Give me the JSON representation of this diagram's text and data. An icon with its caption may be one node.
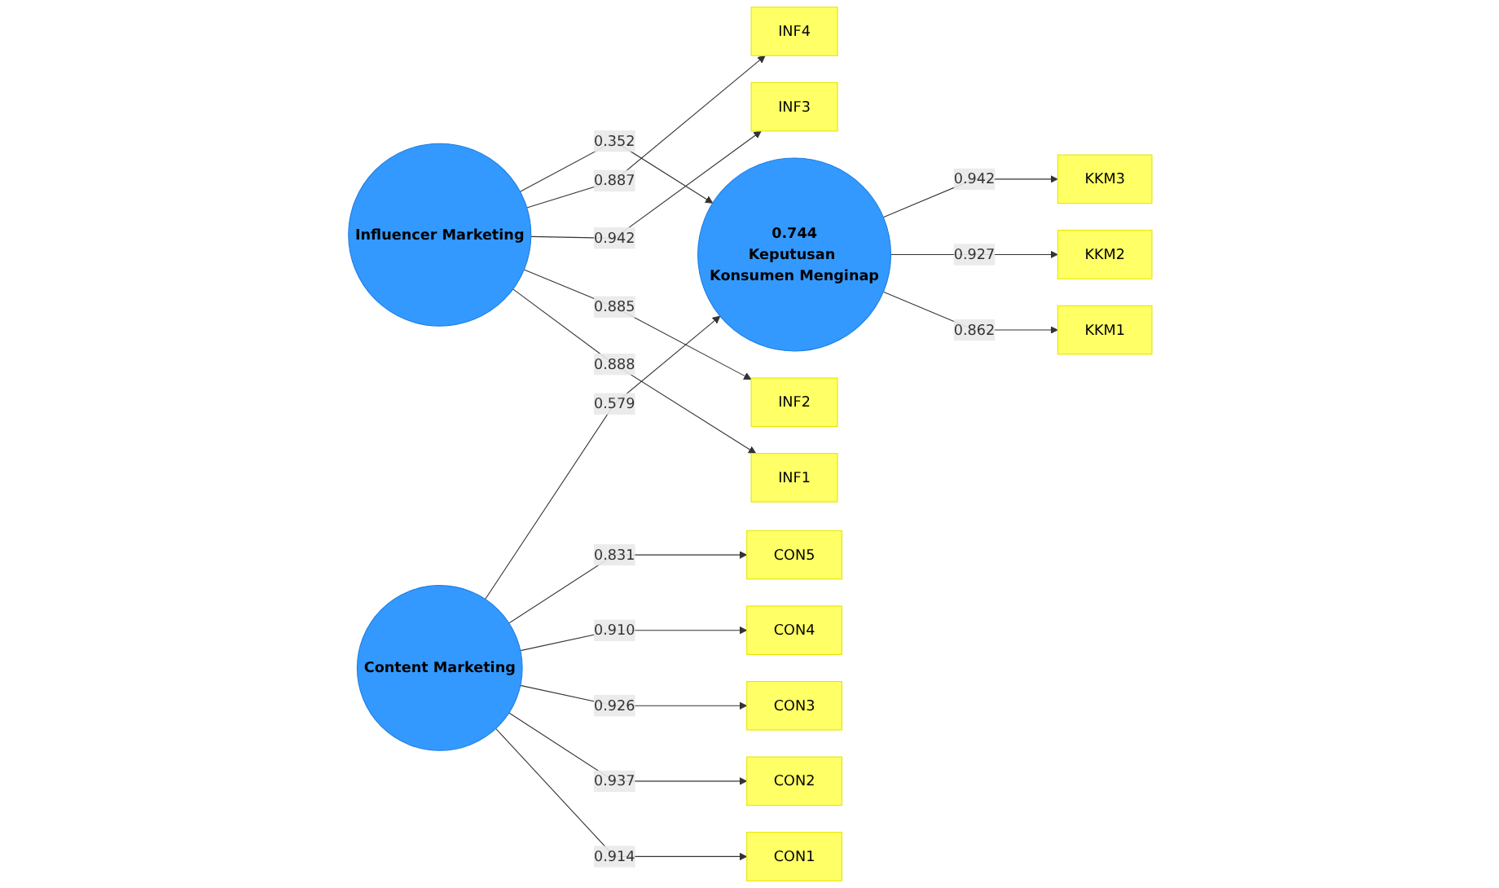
{
  "diagram": {
    "nodes": [
      {
        "text": [
          "INF1"
        ]
      },
      {
        "text": [
          "INF2"
        ]
      },
      {
        "text": [
          "INF3"
        ]
      },
      {
        "text": [
          "INF4"
        ]
      },
      {
        "text": [
          "Influencer Marketing"
        ]
      },
      {
        "text": [
          "CON1"
        ]
      },
      {
        "text": [
          "CON2"
        ]
      },
      {
        "text": [
          "CON3"
        ]
      },
      {
        "text": [
          "CON4"
        ]
      },
      {
        "text": [
          "CON5"
        ]
      },
      {
        "text": [
          "Content Marketing"
        ]
      },
      {
        "text": [
          "0.744",
          "Keputusan Konsumen Menginap"
        ]
      },
      {
        "text": [
          "KKM1"
        ]
      },
      {
        "text": [
          "KKM2"
        ]
      },
      {
        "text": [
          "KKM3"
        ]
      }
    ],
    "edges": [
      {
        "from": 4,
        "to": 0,
        "arrow": "to",
        "label": "0.888"
      },
      {
        "from": 4,
        "to": 1,
        "arrow": "to",
        "label": "0.885"
      },
      {
        "from": 4,
        "to": 2,
        "arrow": "to",
        "label": "0.942"
      },
      {
        "from": 4,
        "to": 3,
        "arrow": "to",
        "label": "0.887"
      },
      {
        "from": 10,
        "to": 5,
        "arrow": "to",
        "label": "0.914"
      },
      {
        "from": 10,
        "to": 6,
        "arrow": "to",
        "label": "0.937"
      },
      {
        "from": 10,
        "to": 7,
        "arrow": "to",
        "label": "0.926"
      },
      {
        "from": 10,
        "to": 8,
        "arrow": "to",
        "label": "0.910"
      },
      {
        "from": 10,
        "to": 9,
        "arrow": "to",
        "label": "0.831"
      },
      {
        "from": 4,
        "to": 11,
        "arrow": "to",
        "label": "0.352"
      },
      {
        "from": 10,
        "to": 11,
        "arrow": "to",
        "label": "0.579"
      },
      {
        "from": 11,
        "to": 12,
        "arrow": "to",
        "label": "0.862"
      },
      {
        "from": 11,
        "to": 13,
        "arrow": "to",
        "label": "0.927"
      },
      {
        "from": 11,
        "to": 14,
        "arrow": "to",
        "label": "0.942"
      }
    ]
  }
}
